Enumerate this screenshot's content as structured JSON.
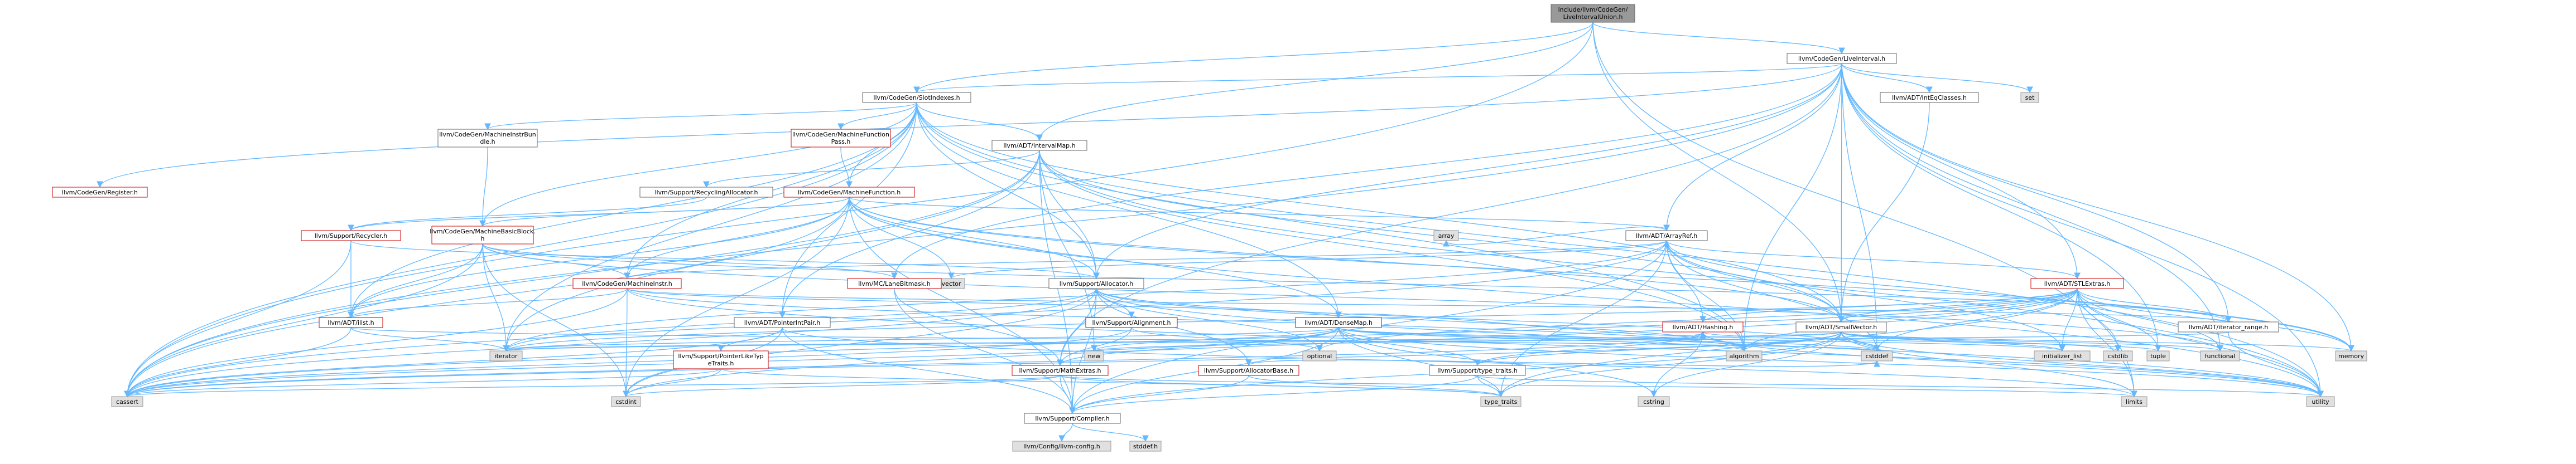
{
  "colors": {
    "edge": "#63b8ff",
    "local_border": "#666666",
    "missing_border": "#cc0000",
    "system_fill": "#e0e0e0",
    "root_fill": "#999999"
  },
  "nodes": [
    {
      "id": "root",
      "label": "include/llvm/CodeGen/LiveIntervalUnion.h",
      "kind": "root"
    },
    {
      "id": "liveinterval",
      "label": "llvm/CodeGen/LiveInterval.h",
      "kind": "local"
    },
    {
      "id": "slotindexes",
      "label": "llvm/CodeGen/SlotIndexes.h",
      "kind": "local"
    },
    {
      "id": "register",
      "label": "llvm/CodeGen/Register.h",
      "kind": "missing"
    },
    {
      "id": "intervalmap",
      "label": "llvm/ADT/IntervalMap.h",
      "kind": "local"
    },
    {
      "id": "inteqclasses",
      "label": "llvm/ADT/IntEqClasses.h",
      "kind": "local"
    },
    {
      "id": "set",
      "label": "set",
      "kind": "system"
    },
    {
      "id": "mibundle",
      "label": "llvm/CodeGen/MachineInstrBundle.h",
      "kind": "local"
    },
    {
      "id": "mfpass",
      "label": "llvm/CodeGen/MachineFunctionPass.h",
      "kind": "missing"
    },
    {
      "id": "recyclingalloc",
      "label": "llvm/Support/RecyclingAllocator.h",
      "kind": "local"
    },
    {
      "id": "machinefunction",
      "label": "llvm/CodeGen/MachineFunction.h",
      "kind": "missing"
    },
    {
      "id": "recycler",
      "label": "llvm/Support/Recycler.h",
      "kind": "missing"
    },
    {
      "id": "mbb",
      "label": "llvm/CodeGen/MachineBasicBlock.h",
      "kind": "missing"
    },
    {
      "id": "arrayref",
      "label": "llvm/ADT/ArrayRef.h",
      "kind": "local"
    },
    {
      "id": "array",
      "label": "array",
      "kind": "system"
    },
    {
      "id": "stlextras",
      "label": "llvm/ADT/STLExtras.h",
      "kind": "missing"
    },
    {
      "id": "vector",
      "label": "vector",
      "kind": "system"
    },
    {
      "id": "lanebitmask",
      "label": "llvm/MC/LaneBitmask.h",
      "kind": "missing"
    },
    {
      "id": "allocator",
      "label": "llvm/Support/Allocator.h",
      "kind": "local"
    },
    {
      "id": "machineinstr",
      "label": "llvm/CodeGen/MachineInstr.h",
      "kind": "missing"
    },
    {
      "id": "ilist",
      "label": "llvm/ADT/ilist.h",
      "kind": "missing"
    },
    {
      "id": "pointerintpair",
      "label": "llvm/ADT/PointerIntPair.h",
      "kind": "local"
    },
    {
      "id": "alignment",
      "label": "llvm/Support/Alignment.h",
      "kind": "missing"
    },
    {
      "id": "densemap",
      "label": "llvm/ADT/DenseMap.h",
      "kind": "missing"
    },
    {
      "id": "hashing",
      "label": "llvm/ADT/Hashing.h",
      "kind": "missing"
    },
    {
      "id": "smallvector",
      "label": "llvm/ADT/SmallVector.h",
      "kind": "local"
    },
    {
      "id": "iteratorrange",
      "label": "llvm/ADT/iterator_range.h",
      "kind": "local"
    },
    {
      "id": "ptrlike",
      "label": "llvm/Support/PointerLikeTypeTraits.h",
      "kind": "missing"
    },
    {
      "id": "mathextras",
      "label": "llvm/Support/MathExtras.h",
      "kind": "missing"
    },
    {
      "id": "allocatorbase",
      "label": "llvm/Support/AllocatorBase.h",
      "kind": "missing"
    },
    {
      "id": "typetraitsllvm",
      "label": "llvm/Support/type_traits.h",
      "kind": "local"
    },
    {
      "id": "iterator",
      "label": "iterator",
      "kind": "system"
    },
    {
      "id": "new",
      "label": "new",
      "kind": "system"
    },
    {
      "id": "optional",
      "label": "optional",
      "kind": "system"
    },
    {
      "id": "algorithm",
      "label": "algorithm",
      "kind": "system"
    },
    {
      "id": "cstddef",
      "label": "cstddef",
      "kind": "system"
    },
    {
      "id": "initlist",
      "label": "initializer_list",
      "kind": "system"
    },
    {
      "id": "cstdlib",
      "label": "cstdlib",
      "kind": "system"
    },
    {
      "id": "tuple",
      "label": "tuple",
      "kind": "system"
    },
    {
      "id": "functional",
      "label": "functional",
      "kind": "system"
    },
    {
      "id": "memory",
      "label": "memory",
      "kind": "system"
    },
    {
      "id": "cassert",
      "label": "cassert",
      "kind": "system"
    },
    {
      "id": "cstdint",
      "label": "cstdint",
      "kind": "system"
    },
    {
      "id": "typetraits",
      "label": "type_traits",
      "kind": "system"
    },
    {
      "id": "cstring",
      "label": "cstring",
      "kind": "system"
    },
    {
      "id": "limits",
      "label": "limits",
      "kind": "system"
    },
    {
      "id": "utility",
      "label": "utility",
      "kind": "system"
    },
    {
      "id": "compiler",
      "label": "llvm/Support/Compiler.h",
      "kind": "local"
    },
    {
      "id": "config",
      "label": "llvm/Config/llvm-config.h",
      "kind": "system"
    },
    {
      "id": "stddef",
      "label": "stddef.h",
      "kind": "system"
    }
  ],
  "edges": [
    [
      "root",
      "liveinterval"
    ],
    [
      "root",
      "slotindexes"
    ],
    [
      "root",
      "intervalmap"
    ],
    [
      "root",
      "smallvector"
    ],
    [
      "root",
      "cassert"
    ],
    [
      "root",
      "limits"
    ],
    [
      "liveinterval",
      "slotindexes"
    ],
    [
      "liveinterval",
      "register"
    ],
    [
      "liveinterval",
      "inteqclasses"
    ],
    [
      "liveinterval",
      "set"
    ],
    [
      "liveinterval",
      "arrayref"
    ],
    [
      "liveinterval",
      "stlextras"
    ],
    [
      "liveinterval",
      "smallvector"
    ],
    [
      "liveinterval",
      "iteratorrange"
    ],
    [
      "liveinterval",
      "allocator"
    ],
    [
      "liveinterval",
      "lanebitmask"
    ],
    [
      "liveinterval",
      "algorithm"
    ],
    [
      "liveinterval",
      "cassert"
    ],
    [
      "liveinterval",
      "cstddef"
    ],
    [
      "liveinterval",
      "functional"
    ],
    [
      "liveinterval",
      "memory"
    ],
    [
      "liveinterval",
      "tuple"
    ],
    [
      "liveinterval",
      "utility"
    ],
    [
      "liveinterval",
      "mathextras"
    ],
    [
      "slotindexes",
      "intervalmap"
    ],
    [
      "slotindexes",
      "mibundle"
    ],
    [
      "slotindexes",
      "mfpass"
    ],
    [
      "slotindexes",
      "machinefunction"
    ],
    [
      "slotindexes",
      "mbb"
    ],
    [
      "slotindexes",
      "machineinstr"
    ],
    [
      "slotindexes",
      "ilist"
    ],
    [
      "slotindexes",
      "pointerintpair"
    ],
    [
      "slotindexes",
      "smallvector"
    ],
    [
      "slotindexes",
      "allocator"
    ],
    [
      "slotindexes",
      "densemap"
    ],
    [
      "slotindexes",
      "algorithm"
    ],
    [
      "slotindexes",
      "cassert"
    ],
    [
      "slotindexes",
      "iterator"
    ],
    [
      "slotindexes",
      "utility"
    ],
    [
      "intervalmap",
      "pointerintpair"
    ],
    [
      "intervalmap",
      "smallvector"
    ],
    [
      "intervalmap",
      "recyclingalloc"
    ],
    [
      "intervalmap",
      "allocator"
    ],
    [
      "intervalmap",
      "compiler"
    ],
    [
      "intervalmap",
      "algorithm"
    ],
    [
      "intervalmap",
      "cassert"
    ],
    [
      "intervalmap",
      "iterator"
    ],
    [
      "intervalmap",
      "new"
    ],
    [
      "intervalmap",
      "utility"
    ],
    [
      "inteqclasses",
      "smallvector"
    ],
    [
      "mibundle",
      "mbb"
    ],
    [
      "mfpass",
      "machinefunction"
    ],
    [
      "recyclingalloc",
      "recycler"
    ],
    [
      "machinefunction",
      "arrayref"
    ],
    [
      "machinefunction",
      "densemap"
    ],
    [
      "machinefunction",
      "smallvector"
    ],
    [
      "machinefunction",
      "ilist"
    ],
    [
      "machinefunction",
      "mbb"
    ],
    [
      "machinefunction",
      "machineinstr"
    ],
    [
      "machinefunction",
      "recycler"
    ],
    [
      "machinefunction",
      "allocator"
    ],
    [
      "machinefunction",
      "compiler"
    ],
    [
      "machinefunction",
      "cassert"
    ],
    [
      "machinefunction",
      "cstdint"
    ],
    [
      "machinefunction",
      "memory"
    ],
    [
      "machinefunction",
      "utility"
    ],
    [
      "machinefunction",
      "vector"
    ],
    [
      "recycler",
      "ilist"
    ],
    [
      "recycler",
      "allocator"
    ],
    [
      "recycler",
      "cassert"
    ],
    [
      "mbb",
      "ilist"
    ],
    [
      "mbb",
      "lanebitmask"
    ],
    [
      "mbb",
      "machineinstr"
    ],
    [
      "mbb",
      "iteratorrange"
    ],
    [
      "mbb",
      "cassert"
    ],
    [
      "mbb",
      "cstdint"
    ],
    [
      "mbb",
      "iterator"
    ],
    [
      "mbb",
      "functional"
    ],
    [
      "mbb",
      "string"
    ],
    [
      "arrayref",
      "hashing"
    ],
    [
      "arrayref",
      "smallvector"
    ],
    [
      "arrayref",
      "stlextras"
    ],
    [
      "arrayref",
      "compiler"
    ],
    [
      "arrayref",
      "algorithm"
    ],
    [
      "arrayref",
      "array"
    ],
    [
      "arrayref",
      "cassert"
    ],
    [
      "arrayref",
      "cstddef"
    ],
    [
      "arrayref",
      "initlist"
    ],
    [
      "arrayref",
      "iterator"
    ],
    [
      "arrayref",
      "memory"
    ],
    [
      "arrayref",
      "typetraits"
    ],
    [
      "arrayref",
      "vector"
    ],
    [
      "stlextras",
      "hashing"
    ],
    [
      "stlextras",
      "smallvector"
    ],
    [
      "stlextras",
      "iteratorrange"
    ],
    [
      "stlextras",
      "algorithm"
    ],
    [
      "stlextras",
      "cassert"
    ],
    [
      "stlextras",
      "cstddef"
    ],
    [
      "stlextras",
      "cstdint"
    ],
    [
      "stlextras",
      "cstdlib"
    ],
    [
      "stlextras",
      "functional"
    ],
    [
      "stlextras",
      "initlist"
    ],
    [
      "stlextras",
      "iterator"
    ],
    [
      "stlextras",
      "limits"
    ],
    [
      "stlextras",
      "memory"
    ],
    [
      "stlextras",
      "optional"
    ],
    [
      "stlextras",
      "tuple"
    ],
    [
      "stlextras",
      "typetraits"
    ],
    [
      "stlextras",
      "utility"
    ],
    [
      "lanebitmask",
      "compiler"
    ],
    [
      "lanebitmask",
      "mathextras"
    ],
    [
      "allocator",
      "compiler"
    ],
    [
      "allocator",
      "mathextras"
    ],
    [
      "allocator",
      "alignment"
    ],
    [
      "allocator",
      "allocatorbase"
    ],
    [
      "allocator",
      "algorithm"
    ],
    [
      "allocator",
      "cassert"
    ],
    [
      "allocator",
      "cstddef"
    ],
    [
      "allocator",
      "cstdint"
    ],
    [
      "allocator",
      "iterator"
    ],
    [
      "allocator",
      "optional"
    ],
    [
      "allocator",
      "utility"
    ],
    [
      "machineinstr",
      "densemap"
    ],
    [
      "machineinstr",
      "ilist"
    ],
    [
      "machineinstr",
      "arrayref"
    ],
    [
      "machineinstr",
      "iteratorrange"
    ],
    [
      "machineinstr",
      "algorithm"
    ],
    [
      "machineinstr",
      "cassert"
    ],
    [
      "machineinstr",
      "cstdint"
    ],
    [
      "machineinstr",
      "utility"
    ],
    [
      "ilist",
      "iterator"
    ],
    [
      "ilist",
      "cassert"
    ],
    [
      "ilist",
      "cstddef"
    ],
    [
      "pointerintpair",
      "ptrlike"
    ],
    [
      "pointerintpair",
      "compiler"
    ],
    [
      "pointerintpair",
      "cassert"
    ],
    [
      "pointerintpair",
      "cstdint"
    ],
    [
      "pointerintpair",
      "limits"
    ],
    [
      "alignment",
      "mathextras"
    ],
    [
      "alignment",
      "cassert"
    ],
    [
      "alignment",
      "optional"
    ],
    [
      "densemap",
      "hashing"
    ],
    [
      "densemap",
      "mathextras"
    ],
    [
      "densemap",
      "compiler"
    ],
    [
      "densemap",
      "typetraitsllvm"
    ],
    [
      "densemap",
      "algorithm"
    ],
    [
      "densemap",
      "cassert"
    ],
    [
      "densemap",
      "cstddef"
    ],
    [
      "densemap",
      "initlist"
    ],
    [
      "densemap",
      "iterator"
    ],
    [
      "densemap",
      "new"
    ],
    [
      "densemap",
      "typetraits"
    ],
    [
      "densemap",
      "utility"
    ],
    [
      "densemap",
      "cstring"
    ],
    [
      "hashing",
      "typetraitsllvm"
    ],
    [
      "hashing",
      "algorithm"
    ],
    [
      "hashing",
      "cassert"
    ],
    [
      "hashing",
      "cstring"
    ],
    [
      "hashing",
      "string"
    ],
    [
      "hashing",
      "tuple"
    ],
    [
      "hashing",
      "utility"
    ],
    [
      "smallvector",
      "compiler"
    ],
    [
      "smallvector",
      "typetraitsllvm"
    ],
    [
      "smallvector",
      "algorithm"
    ],
    [
      "smallvector",
      "cassert"
    ],
    [
      "smallvector",
      "cstddef"
    ],
    [
      "smallvector",
      "cstdlib"
    ],
    [
      "smallvector",
      "cstring"
    ],
    [
      "smallvector",
      "functional"
    ],
    [
      "smallvector",
      "initlist"
    ],
    [
      "smallvector",
      "iterator"
    ],
    [
      "smallvector",
      "limits"
    ],
    [
      "smallvector",
      "memory"
    ],
    [
      "smallvector",
      "new"
    ],
    [
      "smallvector",
      "typetraits"
    ],
    [
      "smallvector",
      "utility"
    ],
    [
      "iteratorrange",
      "utility"
    ],
    [
      "iteratorrange",
      "iterator"
    ],
    [
      "ptrlike",
      "cassert"
    ],
    [
      "ptrlike",
      "cstdint"
    ],
    [
      "ptrlike",
      "typetraits"
    ],
    [
      "mathextras",
      "compiler"
    ],
    [
      "mathextras",
      "cassert"
    ],
    [
      "mathextras",
      "cstdint"
    ],
    [
      "mathextras",
      "limits"
    ],
    [
      "mathextras",
      "typetraits"
    ],
    [
      "allocatorbase",
      "compiler"
    ],
    [
      "allocatorbase",
      "typetraits"
    ],
    [
      "allocatorbase",
      "cstddef"
    ],
    [
      "typetraitsllvm",
      "compiler"
    ],
    [
      "typetraitsllvm",
      "typetraits"
    ],
    [
      "typetraitsllvm",
      "utility"
    ],
    [
      "compiler",
      "config"
    ],
    [
      "compiler",
      "stddef"
    ]
  ]
}
